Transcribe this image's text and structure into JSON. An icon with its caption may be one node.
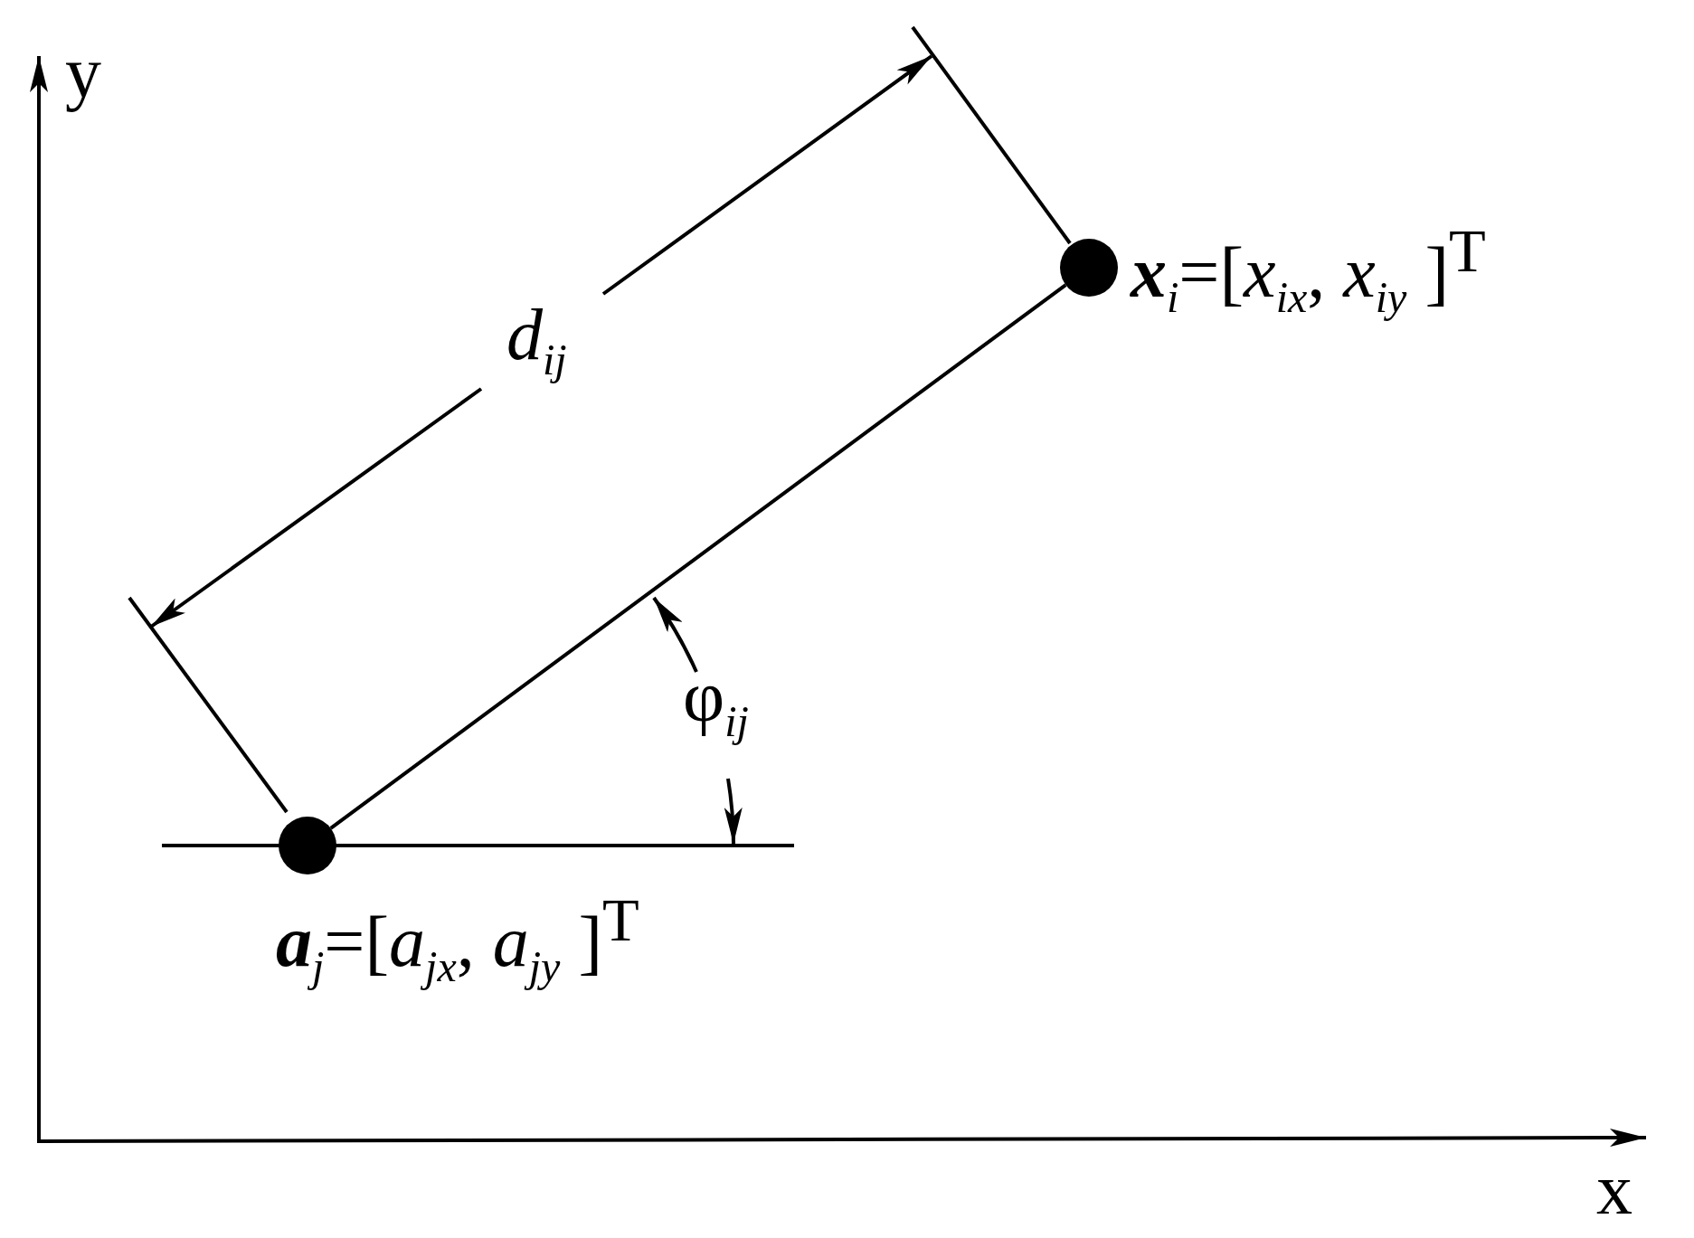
{
  "diagram": {
    "nodes": [
      {
        "text": [],
        "shape": "circle",
        "beside": [
          "**x**$_{i}$=[*x*$_{ix}$, *x*$_{iy}$ ]$^{T}$"
        ]
      },
      {
        "text": [],
        "shape": "circle",
        "beside": [
          "**a**$_{j}$=[*a*$_{jx}$, *a*$_{jy}$ ]$^{T}$"
        ]
      }
    ],
    "edges": [
      {
        "from": 1,
        "to": 0,
        "arrow": "none"
      }
    ],
    "labels": [
      "y",
      "*d*$_{ij}$",
      "φ$_{ij}$",
      "x"
    ]
  }
}
